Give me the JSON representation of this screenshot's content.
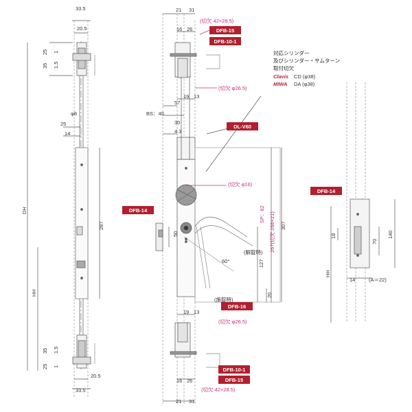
{
  "tags": {
    "dfb15_top": "DFB-15",
    "dfb101_top": "DFB-10-1",
    "dlv60": "DL-V60",
    "dfb14_mid": "DFB-14",
    "dfb14_right": "DFB-14",
    "dfb16": "DFB-16",
    "dfb101_bot": "DFB-10-1",
    "dfb15_bot": "DFB-15"
  },
  "cylinder_note": {
    "line1": "対応シリンダー",
    "line2": "及びシリンダー・サムターン",
    "line3": "取付切欠",
    "clavis_brand": "Clavis",
    "clavis_value": "CD (φ38)",
    "miwa_brand": "MIWA",
    "miwa_value": "DA (φ38)"
  },
  "cutouts": {
    "top_42": "(切欠 42×28.5)",
    "top_26": "(切欠 φ26.5)",
    "mid_16": "(切欠 φ16)",
    "sp": "SP：62",
    "cut_268": "267(切欠 268×21)",
    "bot_26": "(切欠 φ26.5)",
    "bot_42": "(切欠 42×28.5)"
  },
  "labels": {
    "unlock": "(解錠時)",
    "lock": "(施錠時)",
    "angle": "60°",
    "bs": "BS：40",
    "dh": "DH",
    "hh_left": "HH",
    "hh_right": "HH",
    "a22": "(A＝22)"
  },
  "dims_left": {
    "d335_top": "33.5",
    "d205_top": "20.5",
    "d25_top": "25",
    "d1_top": "1",
    "d35_top": "35",
    "d15_top": "1.5",
    "d8": "φ8",
    "d25_mid": "25",
    "d14": "14",
    "d287": "287",
    "d35_bot": "35",
    "d15_bot": "1.5",
    "d25_bot": "25",
    "d1_bot": "1",
    "d205_bot": "20.5",
    "d335_bot": "33.5"
  },
  "dims_center": {
    "d21_top": "21",
    "d31_top": "31",
    "d16_top": "16",
    "d26_top": "26",
    "d19_top": "19",
    "d13_top": "13",
    "d57": "57",
    "d30": "30",
    "d43": "4.3",
    "d50": "50",
    "d307": "307",
    "d127": "127",
    "d20": "20",
    "d19_bot": "19",
    "d13_bot": "13",
    "d16_bot": "16",
    "d26_bot": "26",
    "d21_bot": "21",
    "d31_bot": "31"
  },
  "dims_right": {
    "d18": "18",
    "d70": "70",
    "d140": "140",
    "d14": "14"
  }
}
